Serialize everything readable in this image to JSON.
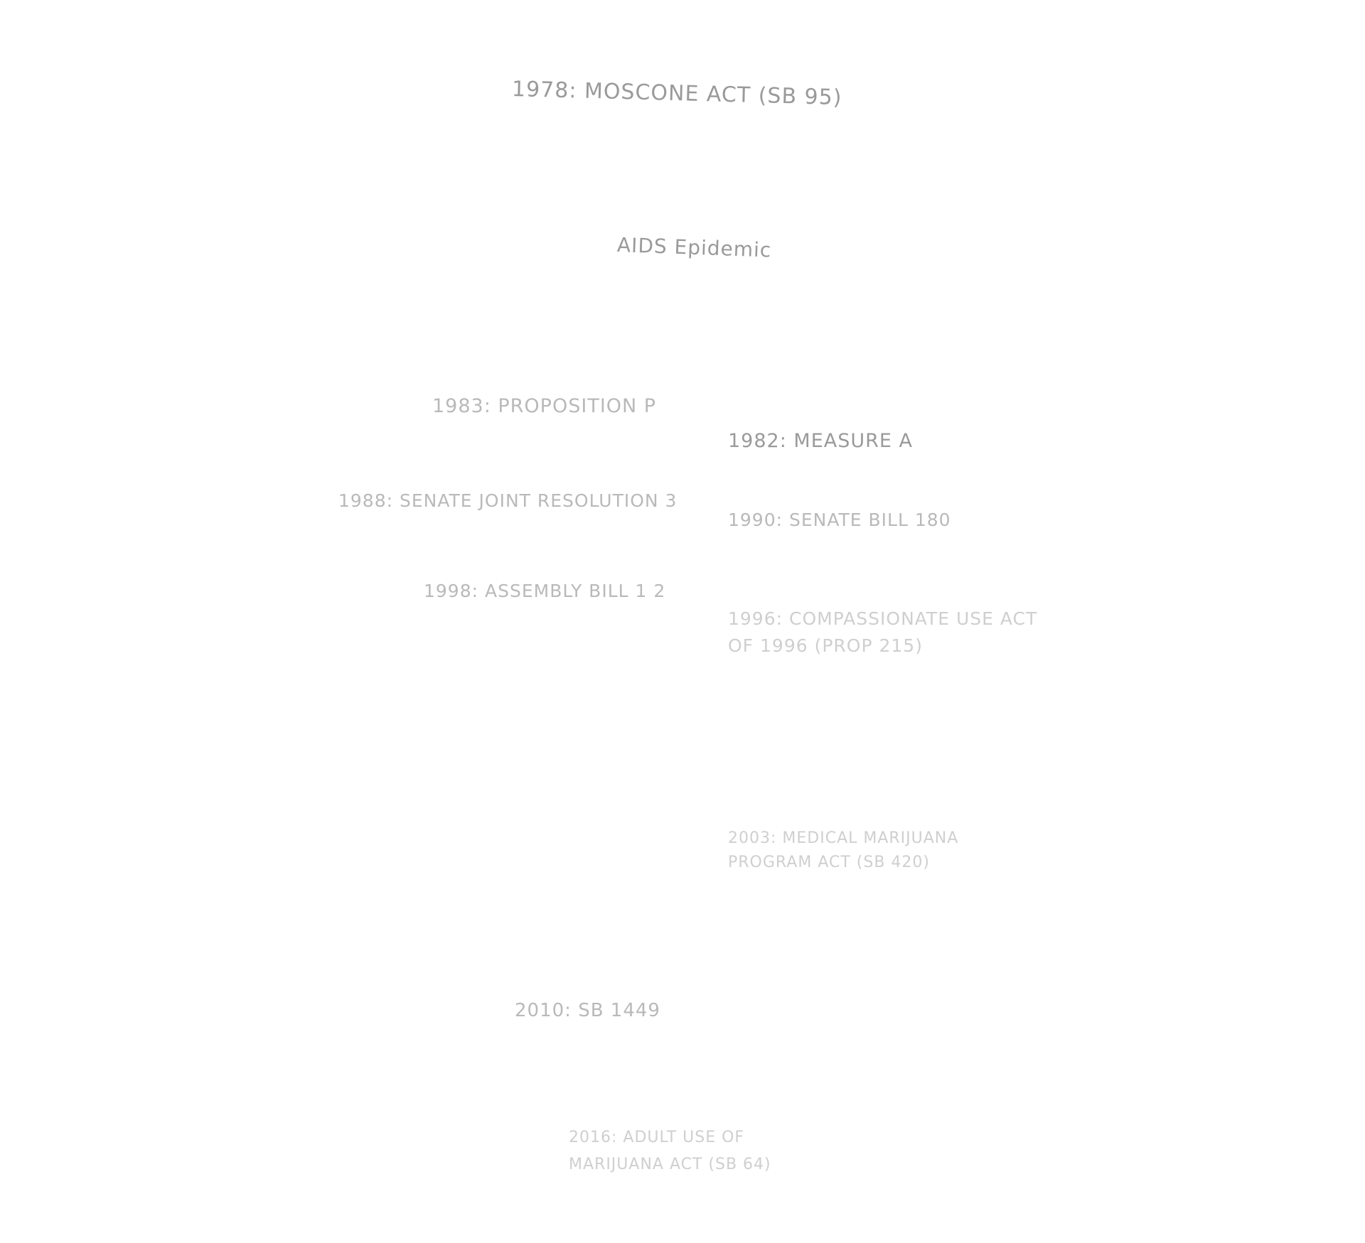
{
  "entries": {
    "top": "1978: MOSCONE ACT (SB 95)",
    "epidemic": "AIDS Epidemic",
    "prop_p": "1983: PROPOSITION P",
    "measure_a": "1982: MEASURE A",
    "sjr": "1988: SENATE JOINT RESOLUTION 3",
    "sb_180": "1990: SENATE BILL 180",
    "ab_1": "1998: ASSEMBLY BILL 1 2",
    "prop_215_line1": "1996: COMPASSIONATE USE ACT",
    "prop_215_line2": "OF 1996 (PROP 215)",
    "sb_420_line1": "2003: MEDICAL MARIJUANA",
    "sb_420_line2": "PROGRAM ACT (SB 420)",
    "sb_1449": "2010: SB 1449",
    "last_line1": "2016: ADULT USE OF",
    "last_line2": "MARIJUANA ACT (SB 64)"
  }
}
